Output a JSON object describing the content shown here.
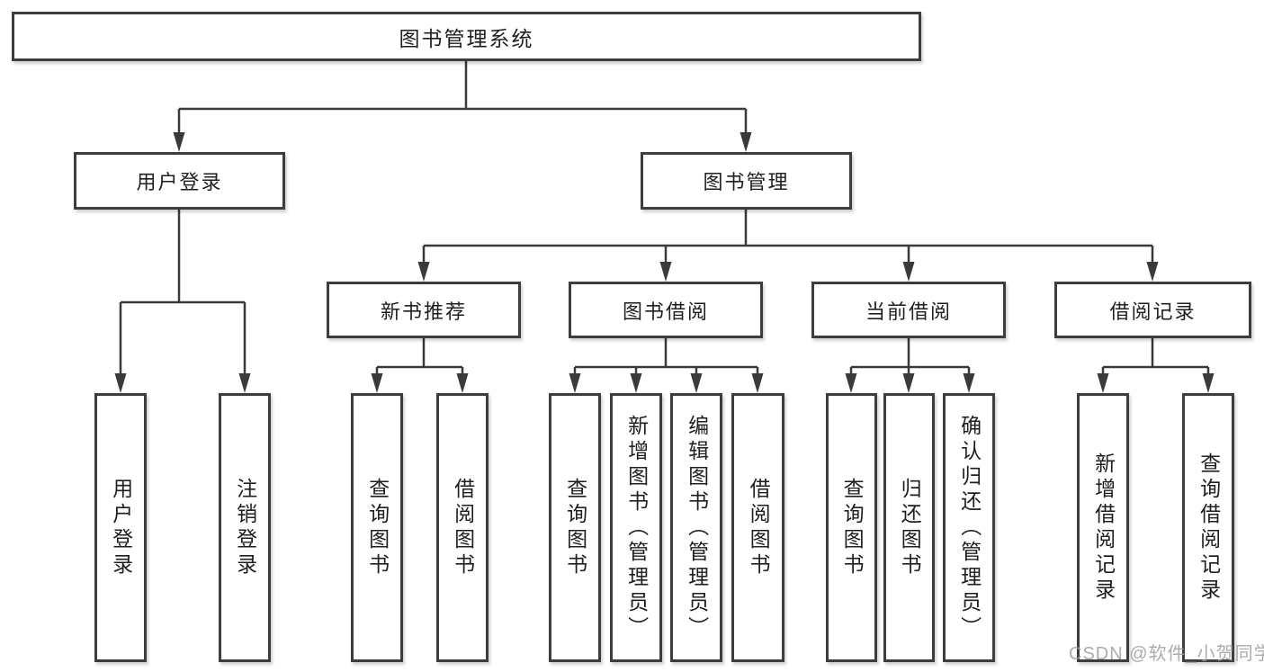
{
  "tree": {
    "label": "图书管理系统",
    "children": [
      {
        "label": "用户登录",
        "children": [
          {
            "label": "用户登录"
          },
          {
            "label": "注销登录"
          }
        ]
      },
      {
        "label": "图书管理",
        "children": [
          {
            "label": "新书推荐",
            "children": [
              {
                "label": "查询图书"
              },
              {
                "label": "借阅图书"
              }
            ]
          },
          {
            "label": "图书借阅",
            "children": [
              {
                "label": "查询图书"
              },
              {
                "label": "新增图书（管理员）"
              },
              {
                "label": "编辑图书（管理员）"
              },
              {
                "label": "借阅图书"
              }
            ]
          },
          {
            "label": "当前借阅",
            "children": [
              {
                "label": "查询图书"
              },
              {
                "label": "归还图书"
              },
              {
                "label": "确认归还（管理员）"
              }
            ]
          },
          {
            "label": "借阅记录",
            "children": [
              {
                "label": "新增借阅记录"
              },
              {
                "label": "查询借阅记录"
              }
            ]
          }
        ]
      }
    ]
  },
  "watermark": "CSDN @软件_小贺同学",
  "colors": {
    "line": "#3a3a3a",
    "border": "#3d3d3d",
    "text": "#1f1f1f",
    "watermark": "#9e9e9e",
    "background": "#ffffff"
  }
}
